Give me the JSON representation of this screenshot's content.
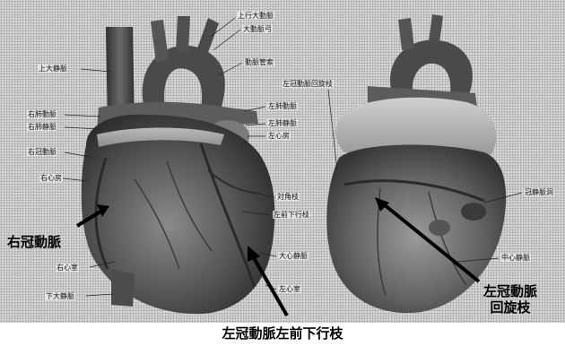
{
  "labels": {
    "ascending_aorta": "上行大動脈",
    "aortic_arch": "大動脈弓",
    "ductus_arteriosus": "動脈管索",
    "superior_vena_cava": "上大静脈",
    "right_pulmonary_artery": "右肺動脈",
    "right_pulmonary_vein": "右肺静脈",
    "right_coronary_artery_small": "右冠動脈",
    "right_atrium": "右心房",
    "right_ventricle": "右心室",
    "inferior_vena_cava": "下大静脈",
    "left_pulmonary_artery": "左肺動脈",
    "left_pulmonary_vein": "左肺静脈",
    "left_atrium": "左心房",
    "diagonal_branch": "対角枝",
    "lad_small": "左前下行枝",
    "great_cardiac_vein": "大心静脈",
    "left_ventricle": "左心室",
    "circumflex_small": "左冠動脈回旋枝",
    "coronary_sinus": "冠静脈洞",
    "middle_cardiac_vein": "中心静脈"
  },
  "callouts": {
    "right_coronary_artery": "右冠動脈",
    "circumflex_line1": "左冠動脈",
    "circumflex_line2": "回旋枝"
  },
  "caption": "左冠動脈左前下行枝",
  "colors": {
    "tissue_dark": "#3e3e3e",
    "tissue_mid": "#6e6e6e",
    "tissue_light": "#a8a8a8",
    "leader": "#222222",
    "arrow": "#000000"
  }
}
